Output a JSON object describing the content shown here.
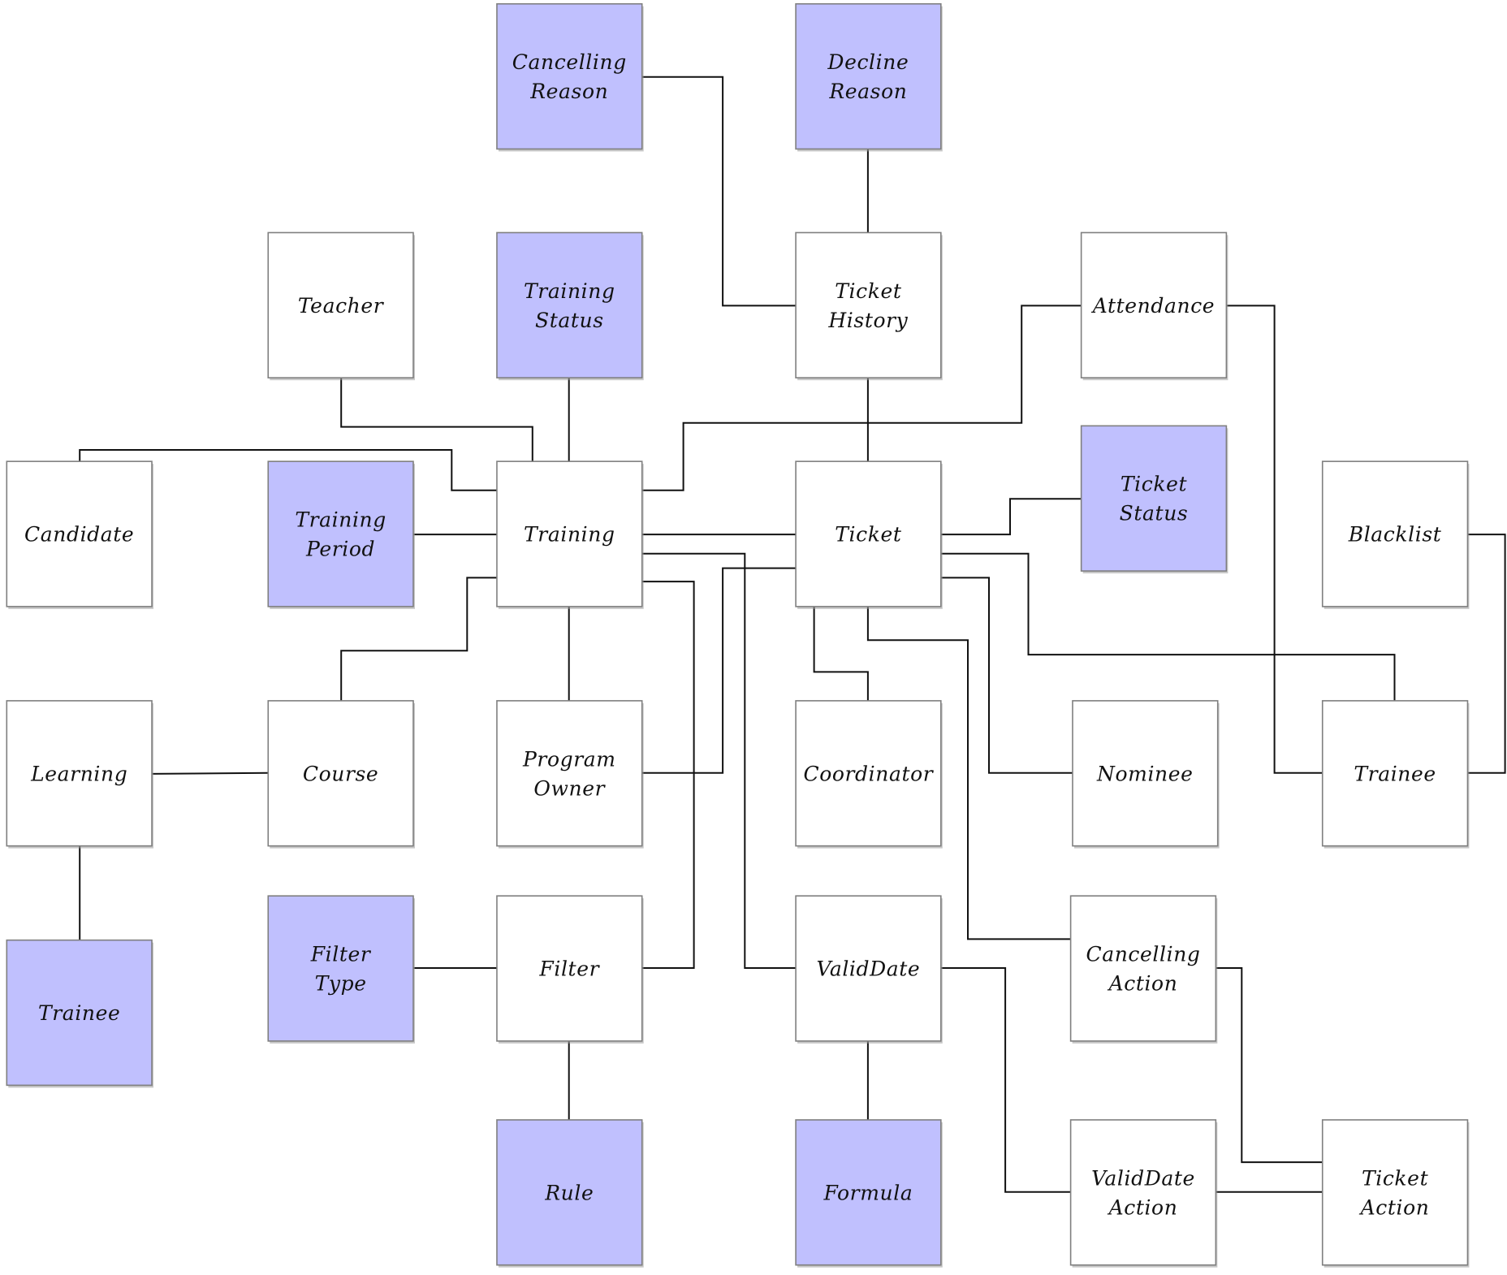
{
  "colors": {
    "lookup_fill": "#c0c0fe",
    "entity_fill": "#ffffff",
    "line": "#111111",
    "border": "#7f7f7f"
  },
  "nodes": [
    {
      "id": "cancelling-reason",
      "lines": [
        "Cancelling",
        "Reason"
      ],
      "kind": "lookup"
    },
    {
      "id": "decline-reason",
      "lines": [
        "Decline",
        "Reason"
      ],
      "kind": "lookup"
    },
    {
      "id": "teacher",
      "lines": [
        "Teacher"
      ],
      "kind": "entity"
    },
    {
      "id": "training-status",
      "lines": [
        "Training",
        "Status"
      ],
      "kind": "lookup"
    },
    {
      "id": "ticket-history",
      "lines": [
        "Ticket",
        "History"
      ],
      "kind": "entity"
    },
    {
      "id": "attendance",
      "lines": [
        "Attendance"
      ],
      "kind": "entity"
    },
    {
      "id": "candidate",
      "lines": [
        "Candidate"
      ],
      "kind": "entity"
    },
    {
      "id": "training-period",
      "lines": [
        "Training",
        "Period"
      ],
      "kind": "lookup"
    },
    {
      "id": "training",
      "lines": [
        "Training"
      ],
      "kind": "entity"
    },
    {
      "id": "ticket",
      "lines": [
        "Ticket"
      ],
      "kind": "entity"
    },
    {
      "id": "ticket-status",
      "lines": [
        "Ticket",
        "Status"
      ],
      "kind": "lookup"
    },
    {
      "id": "blacklist",
      "lines": [
        "Blacklist"
      ],
      "kind": "entity"
    },
    {
      "id": "learning",
      "lines": [
        "Learning"
      ],
      "kind": "entity"
    },
    {
      "id": "course",
      "lines": [
        "Course"
      ],
      "kind": "entity"
    },
    {
      "id": "program-owner",
      "lines": [
        "Program",
        "Owner"
      ],
      "kind": "entity"
    },
    {
      "id": "coordinator",
      "lines": [
        "Coordinator"
      ],
      "kind": "entity"
    },
    {
      "id": "nominee",
      "lines": [
        "Nominee"
      ],
      "kind": "entity"
    },
    {
      "id": "trainee",
      "lines": [
        "Trainee"
      ],
      "kind": "entity"
    },
    {
      "id": "trainee-lookup",
      "lines": [
        "Trainee"
      ],
      "kind": "lookup"
    },
    {
      "id": "filter-type",
      "lines": [
        "Filter",
        "Type"
      ],
      "kind": "lookup"
    },
    {
      "id": "filter",
      "lines": [
        "Filter"
      ],
      "kind": "entity"
    },
    {
      "id": "validdate",
      "lines": [
        "ValidDate"
      ],
      "kind": "entity"
    },
    {
      "id": "cancelling-action",
      "lines": [
        "Cancelling",
        "Action"
      ],
      "kind": "entity"
    },
    {
      "id": "rule",
      "lines": [
        "Rule"
      ],
      "kind": "lookup"
    },
    {
      "id": "formula",
      "lines": [
        "Formula"
      ],
      "kind": "lookup"
    },
    {
      "id": "validdate-action",
      "lines": [
        "ValidDate",
        "Action"
      ],
      "kind": "entity"
    },
    {
      "id": "ticket-action",
      "lines": [
        "Ticket",
        "Action"
      ],
      "kind": "entity"
    }
  ],
  "edges": [
    {
      "from": "cancelling-reason",
      "to": "ticket-history"
    },
    {
      "from": "decline-reason",
      "to": "ticket-history"
    },
    {
      "from": "ticket-history",
      "to": "ticket"
    },
    {
      "from": "teacher",
      "to": "training"
    },
    {
      "from": "training-status",
      "to": "training"
    },
    {
      "from": "candidate",
      "to": "training"
    },
    {
      "from": "attendance",
      "to": "training"
    },
    {
      "from": "attendance",
      "to": "trainee"
    },
    {
      "from": "training-period",
      "to": "training"
    },
    {
      "from": "training",
      "to": "ticket"
    },
    {
      "from": "training",
      "to": "validdate"
    },
    {
      "from": "training",
      "to": "filter"
    },
    {
      "from": "training",
      "to": "course"
    },
    {
      "from": "training",
      "to": "program-owner"
    },
    {
      "from": "program-owner",
      "to": "ticket"
    },
    {
      "from": "ticket-status",
      "to": "ticket"
    },
    {
      "from": "ticket",
      "to": "trainee"
    },
    {
      "from": "ticket",
      "to": "nominee"
    },
    {
      "from": "ticket",
      "to": "coordinator"
    },
    {
      "from": "ticket",
      "to": "cancelling-action"
    },
    {
      "from": "blacklist",
      "to": "trainee"
    },
    {
      "from": "learning",
      "to": "course"
    },
    {
      "from": "learning",
      "to": "trainee-lookup"
    },
    {
      "from": "filter-type",
      "to": "filter"
    },
    {
      "from": "filter",
      "to": "rule"
    },
    {
      "from": "validdate",
      "to": "formula"
    },
    {
      "from": "validdate",
      "to": "validdate-action"
    },
    {
      "from": "validdate-action",
      "to": "ticket-action"
    },
    {
      "from": "cancelling-action",
      "to": "ticket-action"
    }
  ]
}
